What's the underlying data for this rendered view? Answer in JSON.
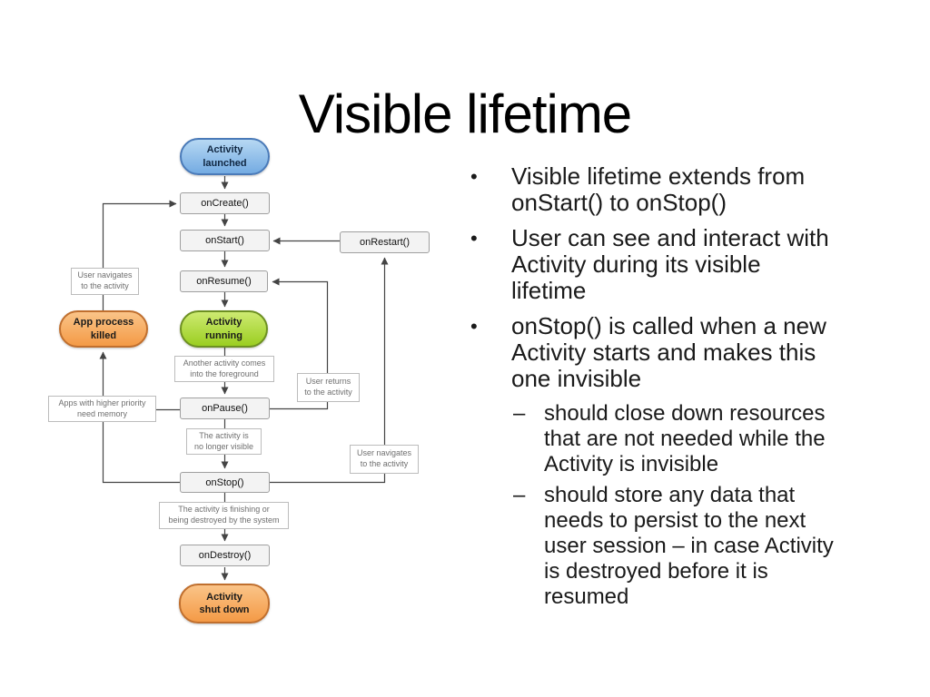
{
  "title": "Visible lifetime",
  "colors": {
    "blue_node_top": "#b6d8f3",
    "blue_node_bottom": "#74abe2",
    "green_node_top": "#cdea71",
    "green_node_bottom": "#9bce21",
    "orange_node_top": "#fac488",
    "orange_node_bottom": "#f49a46",
    "gray_box": "#f3f3f3",
    "connector": "#444444"
  },
  "diagram": {
    "nodes": {
      "activity_launched": "Activity\nlaunched",
      "on_create": "onCreate()",
      "on_start": "onStart()",
      "on_restart": "onRestart()",
      "on_resume": "onResume()",
      "activity_running": "Activity\nrunning",
      "app_process_killed": "App process\nkilled",
      "on_pause": "onPause()",
      "on_stop": "onStop()",
      "on_destroy": "onDestroy()",
      "activity_shut_down": "Activity\nshut down"
    },
    "notes": {
      "user_navigates_left": "User navigates\nto the activity",
      "another_activity": "Another activity comes\ninto the foreground",
      "user_returns": "User returns\nto the activity",
      "apps_priority": "Apps with higher priority\nneed memory",
      "no_longer_visible": "The activity is\nno longer visible",
      "user_navigates_right": "User navigates\nto the activity",
      "finishing": "The activity is finishing or\nbeing destroyed by the system"
    }
  },
  "bullets": [
    {
      "marker": "•",
      "text": "Visible lifetime extends from\nonStart() to onStop()"
    },
    {
      "marker": "•",
      "text": "User can see and interact with\nActivity during its visible\nlifetime"
    },
    {
      "marker": "•",
      "text": "onStop() is called when a new\nActivity starts and makes this\none invisible"
    },
    {
      "marker": "–",
      "text": "should close down resources\nthat are not needed while the\nActivity is invisible"
    },
    {
      "marker": "–",
      "text": "should store any data that\nneeds to persist to the next\nuser session – in case Activity\nis destroyed before it is\nresumed"
    }
  ]
}
